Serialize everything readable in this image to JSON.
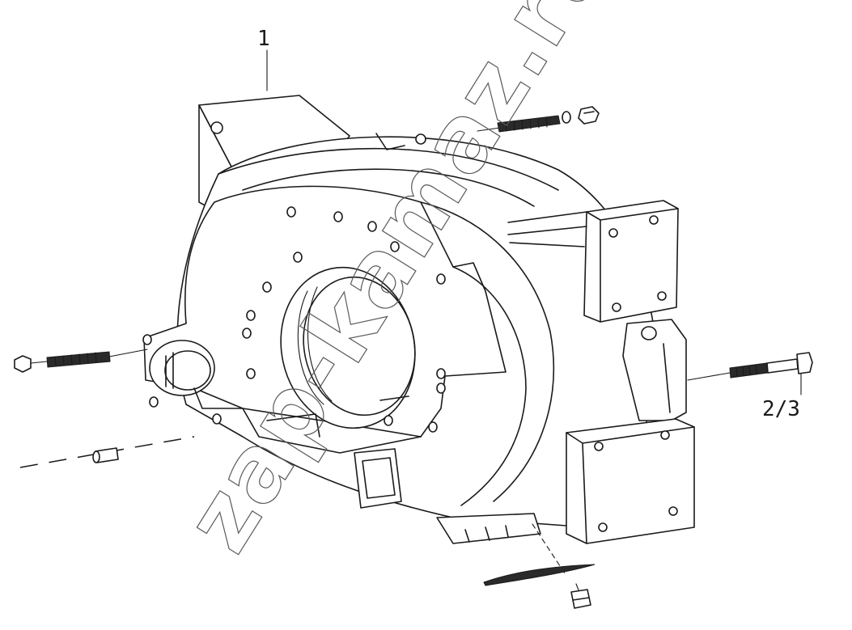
{
  "diagram": {
    "callouts": [
      {
        "id": "callout-1",
        "text": "1"
      },
      {
        "id": "callout-2-3",
        "text": "2/3"
      }
    ],
    "watermark": "zap-kamaz.ru",
    "colors": {
      "ink": "#1a1a1a",
      "background": "#ffffff"
    }
  }
}
